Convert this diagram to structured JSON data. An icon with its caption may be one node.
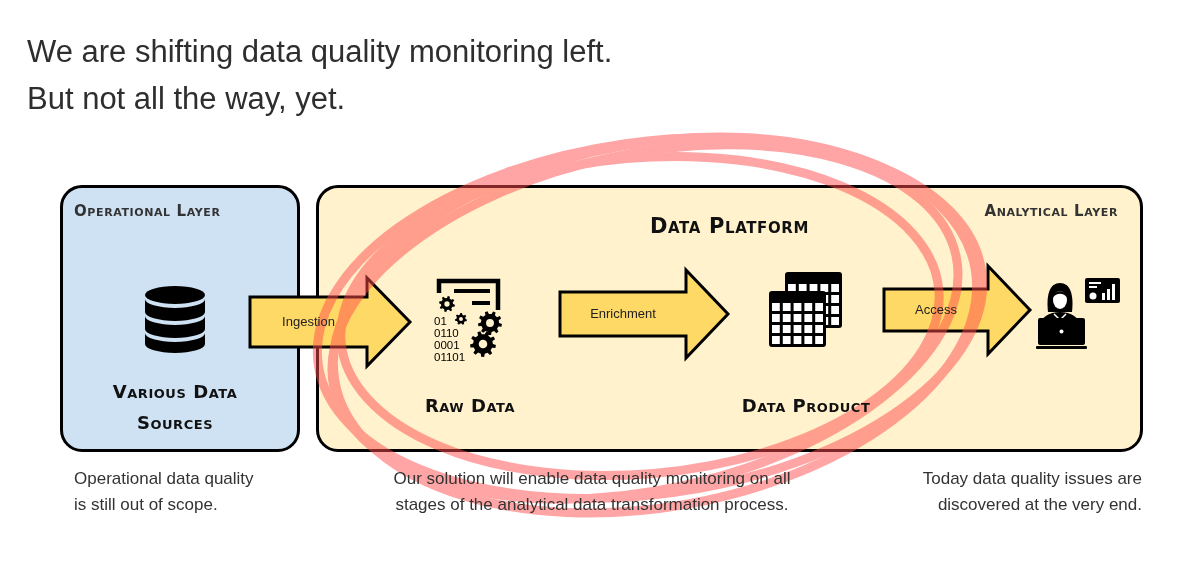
{
  "diagram": {
    "title": "We are shifting data quality monitoring left. But not all the way, yet.",
    "nodes": [
      {
        "text": [
          "Operational Layer"
        ]
      },
      {
        "text": [
          "Various Data Sources"
        ],
        "in": 0
      },
      {
        "text": [
          "Analytical Layer",
          "Data Platform"
        ]
      },
      {
        "text": [
          "Raw Data"
        ],
        "in": 2
      },
      {
        "text": [
          "Data Product"
        ],
        "in": 2
      },
      {
        "text": [],
        "shape": "person",
        "in": 2
      }
    ],
    "edges": [
      {
        "from": 1,
        "to": 3,
        "arrow": "to",
        "label": "Ingestion"
      },
      {
        "from": 3,
        "to": 4,
        "arrow": "to",
        "label": "Enrichment"
      },
      {
        "from": 4,
        "to": 5,
        "arrow": "to",
        "label": "Access"
      }
    ],
    "labels": [
      "01 0110 0001 01101",
      "Operational data quality is still out of scope.",
      "Our solution will enable data quality monitoring on all stages of the analytical data transformation process.",
      "Today data quality issues are discovered at the very end."
    ]
  }
}
